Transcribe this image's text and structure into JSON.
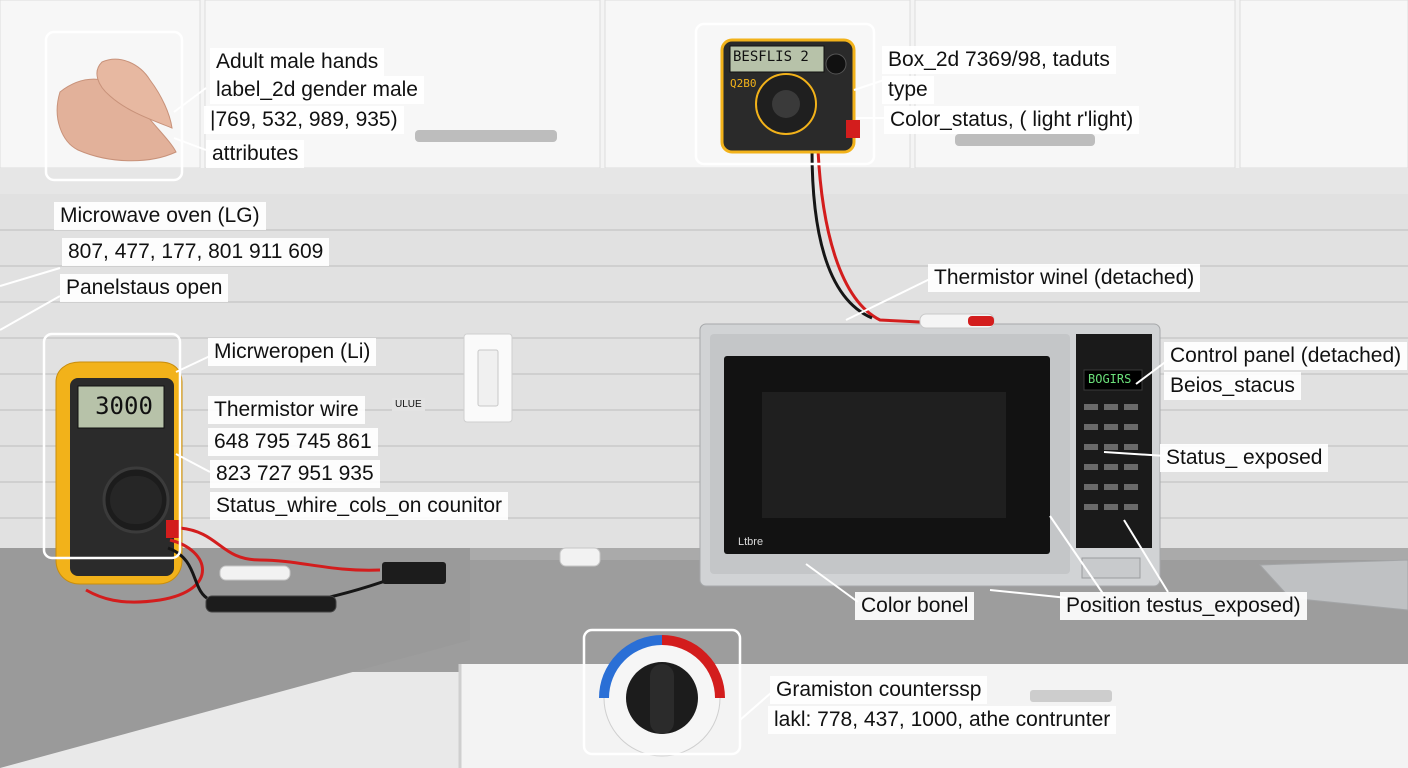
{
  "colors": {
    "cabinet": "#f6f6f6",
    "backsplash_tile": "#e3e3e3",
    "countertop": "#9c9c9c",
    "microwave_body": "#cfd1d3",
    "microwave_glass": "#111111",
    "multimeter_yellow": "#f2b21a",
    "probe_red": "#d31d1d",
    "probe_black": "#161616"
  },
  "annotations": {
    "hands": {
      "line1": "Adult male hands",
      "line2": "label_2d  gender male",
      "line3": "|769, 532, 989, 935)",
      "line4": "attributes"
    },
    "top_meter": {
      "line1": "Box_2d  7369/98, taduts",
      "line2": "type",
      "line3": "Color_status, (  light r'light)"
    },
    "microwave": {
      "line1": "Microwave oven (LG)",
      "line2": "807, 477, 177, 801 911 609",
      "line3": "Panelstaus open"
    },
    "left_meter": {
      "line1": "Micrweropen (Li)",
      "line2": "Thermistor wire",
      "line3": "648 795 745 861",
      "line4": "823 727 951 935",
      "line5": "Status_whire_cols_on counitor"
    },
    "thermistor_top": "Thermistor winel (detached)",
    "control_panel": {
      "line1": "Control panel (detached)",
      "line2": "Beios_stacus"
    },
    "status_exposed": "Status_  exposed",
    "color_bonel": "Color bonel",
    "position_status": "Position testus_exposed)",
    "countertop": {
      "line1": "Gramiston counterssp",
      "line2": "lakl: 778, 437, 1000, athe contrunter"
    }
  },
  "devices": {
    "top_meter_display": "BESFLIS 2",
    "top_meter_brand": "Q2B0",
    "left_meter_display": "3000",
    "microwave_display": "BOGIRS",
    "microwave_brand": "Ltbre",
    "outlet_badge": "ULUE"
  }
}
